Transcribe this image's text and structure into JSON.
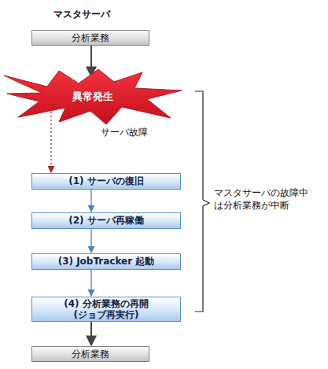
{
  "diagram": {
    "title": "マスタサーバ",
    "nodes": [
      {
        "text": [
          "分析業務"
        ]
      },
      {
        "text": [
          "異常発生"
        ]
      },
      {
        "text": [
          "(1) サーバの復旧"
        ]
      },
      {
        "text": [
          "(2) サーバ再稼働"
        ]
      },
      {
        "text": [
          "(3) JobTracker 起動"
        ]
      },
      {
        "text": [
          "(4) 分析業務の再開 (ジョブ再実行)"
        ]
      },
      {
        "text": [
          "分析業務"
        ]
      }
    ],
    "edges": [
      {
        "from": 0,
        "to": 1,
        "arrow": "to"
      },
      {
        "from": 1,
        "to": 2,
        "arrow": "to"
      },
      {
        "from": 2,
        "to": 3,
        "arrow": "to"
      },
      {
        "from": 3,
        "to": 4,
        "arrow": "to"
      },
      {
        "from": 4,
        "to": 5,
        "arrow": "to"
      },
      {
        "from": 5,
        "to": 6,
        "arrow": "to"
      }
    ],
    "labels": [
      "サーバ故障",
      "マスタサーバの故障中 は分析業務が中断"
    ]
  }
}
